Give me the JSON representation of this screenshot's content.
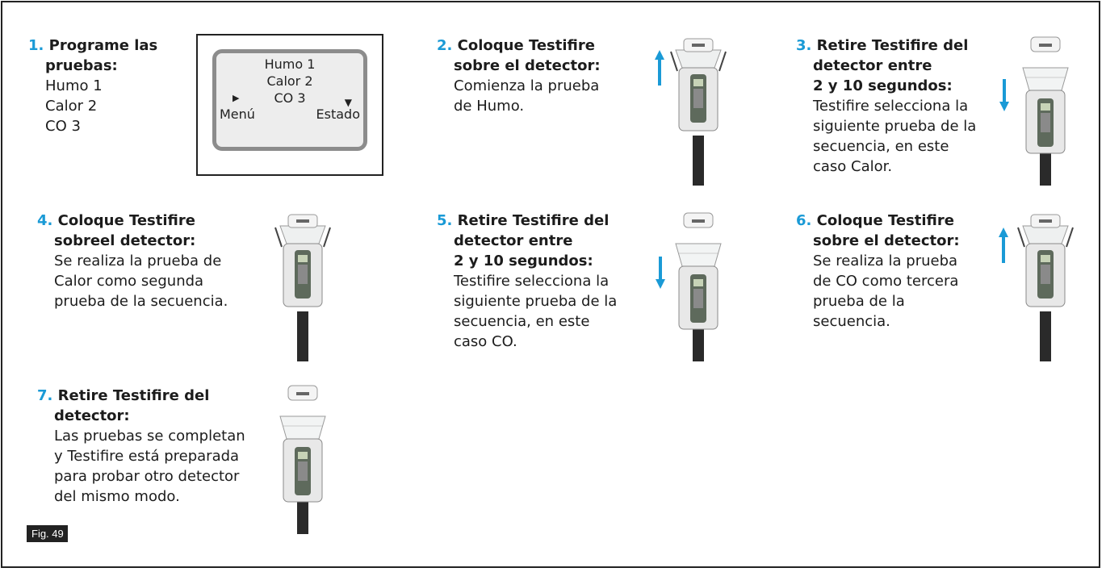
{
  "steps": [
    {
      "num": "1.",
      "lines": [
        "Programe las",
        "pruebas:"
      ],
      "body": [
        "Humo 1",
        "Calor 2",
        "CO 3"
      ]
    },
    {
      "num": "2.",
      "lines": [
        "Coloque Testifire",
        "sobre el detector:"
      ],
      "body": [
        "Comienza la prueba",
        "de Humo."
      ]
    },
    {
      "num": "3.",
      "lines": [
        "Retire Testifire del",
        "detector entre",
        "2 y 10 segundos:"
      ],
      "body": [
        "Testifire selecciona la",
        "siguiente prueba de la",
        "secuencia, en este",
        "caso Calor."
      ]
    },
    {
      "num": "4.",
      "lines": [
        "Coloque Testifire",
        "sobreel detector:"
      ],
      "body": [
        "Se realiza la prueba de",
        "Calor como segunda",
        "prueba de la secuencia."
      ]
    },
    {
      "num": "5.",
      "lines": [
        "Retire Testifire del",
        "detector entre",
        "2 y 10 segundos:"
      ],
      "body": [
        "Testifire selecciona la",
        "siguiente prueba de la",
        "secuencia, en este",
        "caso CO."
      ]
    },
    {
      "num": "6.",
      "lines": [
        "Coloque Testifire",
        "sobre el detector:"
      ],
      "body": [
        "Se realiza la prueba",
        "de CO como tercera",
        "prueba de la",
        "secuencia."
      ]
    },
    {
      "num": "7.",
      "lines": [
        "Retire Testifire del",
        "detector:"
      ],
      "body": [
        "Las pruebas se completan",
        "y Testifire está preparada",
        "para probar otro detector",
        "del mismo modo."
      ]
    }
  ],
  "lcd": {
    "line1": "Humo 1",
    "line2": "Calor 2",
    "line3": "CO 3",
    "left_softkey": "Menú",
    "right_softkey": "Estado"
  },
  "figure_label": "Fig. 49",
  "colors": {
    "accent": "#1a9ad6",
    "text": "#1c1c1c"
  }
}
